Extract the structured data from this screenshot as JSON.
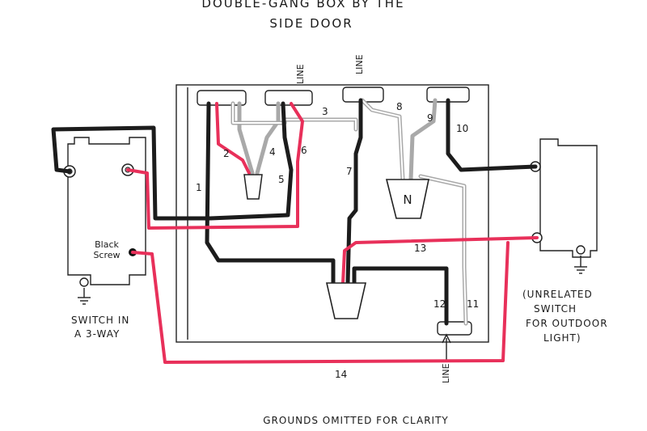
{
  "title": {
    "line1": "DOUBLE-GANG BOX BY THE",
    "line2": "SIDE DOOR"
  },
  "line_labels": [
    "LINE",
    "LINE",
    "LINE"
  ],
  "wire_numbers": [
    "1",
    "2",
    "3",
    "4",
    "5",
    "6",
    "7",
    "8",
    "9",
    "10",
    "11",
    "12",
    "13",
    "14"
  ],
  "neutral_nut_label": "N",
  "screw_label": {
    "line1": "Black",
    "line2": "Screw"
  },
  "left_switch_caption": {
    "line1": "SWITCH IN",
    "line2": "A 3-WAY"
  },
  "right_switch_caption": {
    "line1": "(UNRELATED",
    "line2": "SWITCH",
    "line3": "FOR OUTDOOR",
    "line4": "LIGHT)"
  },
  "footer_note": "GROUNDS OMITTED FOR CLARITY",
  "colors": {
    "black_wire": "#1c1c1c",
    "red_wire": "#e8305a",
    "white_wire": "#a9a9a9"
  }
}
